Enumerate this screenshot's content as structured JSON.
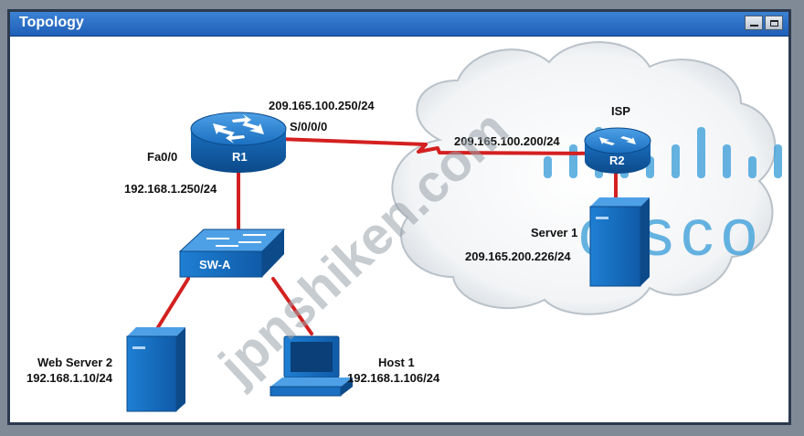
{
  "window": {
    "title": "Topology"
  },
  "devices": {
    "r1": {
      "name": "R1",
      "fa_port": "Fa0/0",
      "lan_ip": "192.168.1.250/24",
      "serial_port": "S/0/0/0",
      "wan_ip": "209.165.100.250/24"
    },
    "r2": {
      "isp_label": "ISP",
      "name": "R2",
      "wan_ip": "209.165.100.200/24"
    },
    "switch": {
      "name": "SW-A"
    },
    "server1": {
      "name": "Server 1",
      "ip": "209.165.200.226/24"
    },
    "web_server2": {
      "name": "Web Server 2",
      "ip": "192.168.1.10/24"
    },
    "host1": {
      "name": "Host 1",
      "ip": "192.168.1.106/24"
    }
  },
  "watermark": {
    "text": "jpnshiken.com"
  },
  "logo": {
    "text": "cisco"
  },
  "colors": {
    "link": "#d42020",
    "device": "#1a73c9",
    "device_dark": "#0d4f94",
    "titlebar": "#2a6fc6"
  }
}
